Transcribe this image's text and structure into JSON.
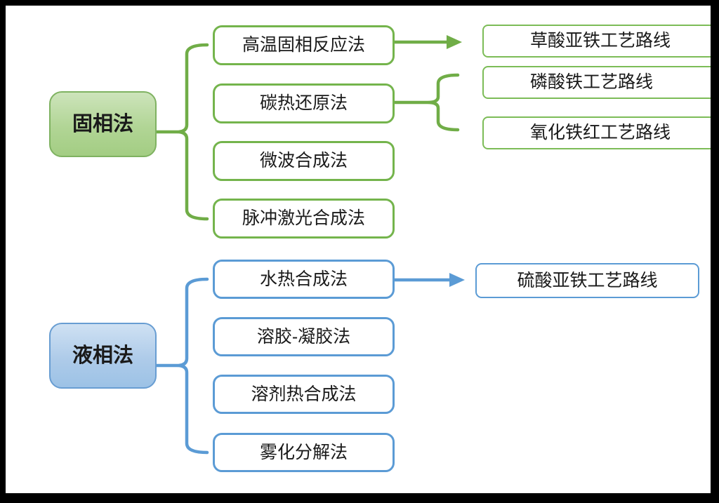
{
  "diagram_title": "",
  "colors": {
    "solid_accent": "#70AD47",
    "liquid_accent": "#5B9BD5",
    "text": "#1a1a1a",
    "background": "#ffffff",
    "frame": "#000000"
  },
  "solid": {
    "root": "固相法",
    "methods": [
      "高温固相反应法",
      "碳热还原法",
      "微波合成法",
      "脉冲激光合成法"
    ],
    "routes": [
      "草酸亚铁工艺路线",
      "磷酸铁工艺路线",
      "氧化铁红工艺路线"
    ]
  },
  "liquid": {
    "root": "液相法",
    "methods": [
      "水热合成法",
      "溶胶-凝胶法",
      "溶剂热合成法",
      "雾化分解法"
    ],
    "routes": [
      "硫酸亚铁工艺路线"
    ]
  },
  "connections": {
    "solid_root_to_methods": "brace",
    "liquid_root_to_methods": "brace",
    "method_to_route_solid_arrow": "高温固相反应法 → 草酸亚铁工艺路线",
    "method_to_routes_solid_brace": "碳热还原法 → 磷酸铁工艺路线 / 氧化铁红工艺路线",
    "method_to_route_liquid_arrow": "水热合成法 → 硫酸亚铁工艺路线"
  }
}
